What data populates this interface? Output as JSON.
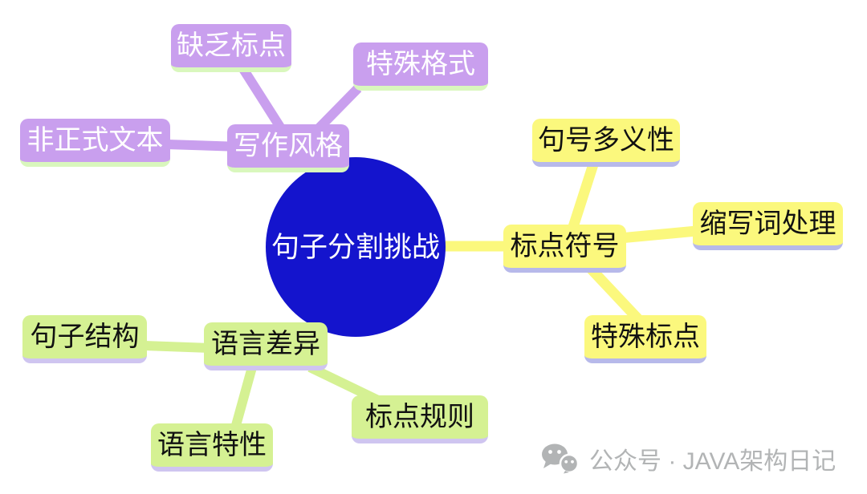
{
  "mindmap": {
    "center": {
      "label": "句子分割挑战"
    },
    "branches": {
      "writing_style": {
        "label": "写作风格",
        "children": {
          "lack_punctuation": {
            "label": "缺乏标点"
          },
          "special_format": {
            "label": "特殊格式"
          },
          "informal_text": {
            "label": "非正式文本"
          }
        }
      },
      "punctuation_marks": {
        "label": "标点符号",
        "children": {
          "period_ambiguity": {
            "label": "句号多义性"
          },
          "abbreviation_handling": {
            "label": "缩写词处理"
          },
          "special_punctuation": {
            "label": "特殊标点"
          }
        }
      },
      "language_differences": {
        "label": "语言差异",
        "children": {
          "sentence_structure": {
            "label": "句子结构"
          },
          "language_features": {
            "label": "语言特性"
          },
          "punctuation_rules": {
            "label": "标点规则"
          }
        }
      }
    }
  },
  "watermark": {
    "icon": "wechat-icon",
    "text": "公众号 · JAVA架构日记"
  },
  "colors": {
    "center_fill": "#1414cd",
    "center_text": "#ffffff",
    "purple_fill": "#c99fee",
    "purple_underline": "#d9f7bd",
    "yellow_fill": "#fbf87d",
    "yellow_underline": "#b7b9ea",
    "green_fill": "#d5f193",
    "green_underline": "#cfc5f0",
    "dark_text": "#111111",
    "watermark_gray": "#b2b4b5"
  }
}
